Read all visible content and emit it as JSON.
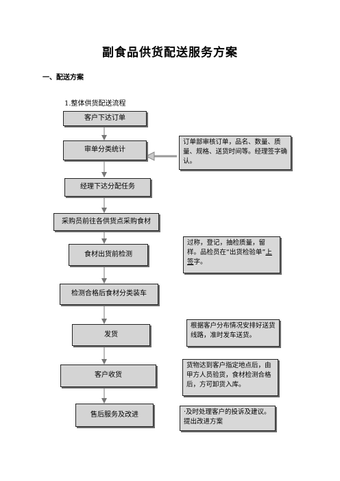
{
  "document": {
    "title": "副食品供货配送服务方案",
    "section_heading": "一、配送方案",
    "sub_heading": "1.整体供货配送流程"
  },
  "flow_steps": [
    "客户下达订单",
    "审单分类统计",
    "经理下达分配任务",
    "采购员前往各供货点采购食材",
    "食材出货前检测",
    "检测合格后食材分类装车",
    "发货",
    "客户收货",
    "售后服务及改进"
  ],
  "notes": {
    "review": "订单部审核订单，品名、数量、质量、规格、送货时间等。经理签字确认。",
    "inspection_main": "过称，登记，抽检质量，留样。品检员在“出货检验单”",
    "inspection_underlined": "上签",
    "inspection_tail": "字。",
    "delivery": "根据客户分布情况安排好送货线路，准时发车送货。",
    "receiving": "货物达到客户指定地点后，由甲方人员验货，食材检测合格后，方可卸货入库。",
    "after_sales": "·及时处理客户的投诉及建议。提出改进方案"
  }
}
